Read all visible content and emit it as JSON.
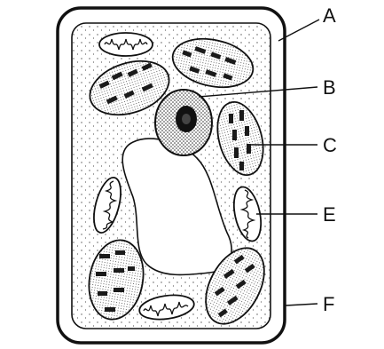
{
  "labels": {
    "a": "A",
    "b": "B",
    "c": "C",
    "e": "E",
    "f": "F"
  },
  "colors": {
    "ink": "#111111",
    "paper": "#ffffff",
    "speckle": "#555555",
    "band": "#1a1a1a"
  }
}
